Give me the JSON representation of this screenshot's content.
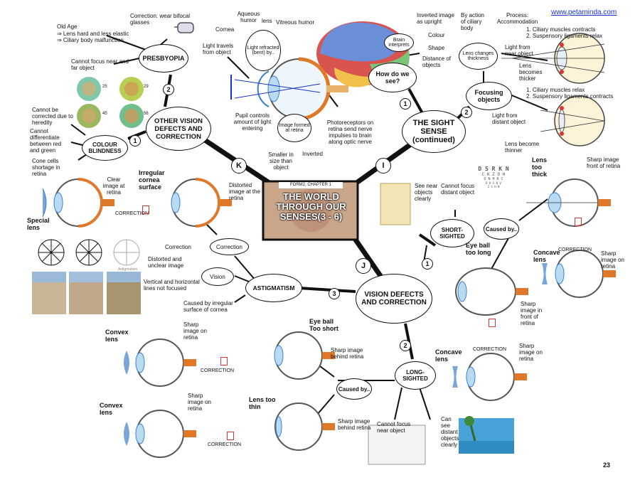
{
  "website": "www.petaminda.com",
  "page_number": "23",
  "colors": {
    "link": "#1a33cc",
    "eye_blue": "#3b7fd0",
    "eye_orange": "#e0782a",
    "red": "#d33"
  },
  "center": {
    "header": "FORM2, CHAPTER 1",
    "title": "THE WORLD THROUGH OUR SENSES(3 - 6)"
  },
  "branches": {
    "K": "K",
    "I": "I",
    "J": "J"
  },
  "sight_sense": {
    "title": "THE SIGHT SENSE (continued)",
    "how_see": "How do we see?",
    "brain": "Brain interprets",
    "brain_items": [
      "Inverted image as upright",
      "Colour",
      "Shape",
      "Distance of objects"
    ],
    "light_travels": "Light travels from object",
    "light_refracted": "Light refracted (bent) by..",
    "parts": [
      "Cornea",
      "Aqueous humor",
      "lens",
      "Vitreous humor"
    ],
    "pupil": "Pupil controls amount of light entering",
    "image_formed": "Image formed at retina",
    "image_props": [
      "Smaller in size than object",
      "Inverted"
    ],
    "photoreceptors": "Photoreceptors on retina send nerve impulses to brain along optic nerve",
    "focusing": "Focusing objects",
    "lens_changes": "Lens changes thickness",
    "ciliary": "By action of ciliary body",
    "process": "Process: Accommodation",
    "near_steps": [
      "1. Ciliary muscles contracts",
      "2. Suspensory ligaments relax"
    ],
    "light_near": "Light from near object",
    "lens_thicker": "Lens becomes thicker",
    "far_steps": [
      "1. Ciliary muscles relax",
      "2. Suspensory ligaments contracts"
    ],
    "light_far": "Light from distant object",
    "lens_thinner": "Lens become thinner"
  },
  "other_defects": {
    "title": "OTHER VISION DEFECTS AND CORRECTION",
    "presbyopia": "PRESBYOPIA",
    "old_age": "Old Age",
    "old_age_items": [
      "⇒ Lens hard and less elastic",
      "⇒ Ciliary body malfunction"
    ],
    "bifocal": "Correction: wear bifocal glasses",
    "cannot_focus": "Cannot focus near and far object",
    "colour_blindness": "COLOUR BLINDNESS",
    "cb_items": [
      "Cannot be corrected due to heredity",
      "Cannot differentiate between red and green",
      "Cone cells shortage in retina"
    ],
    "plate_numbers": [
      "25",
      "29",
      "45",
      "56"
    ]
  },
  "astigmatism": {
    "title": "ASTIGMATISM",
    "irregular": "Irregular cornea surface",
    "clear": "Clear image at retina",
    "special": "Special lens",
    "correction": "CORRECTION",
    "distorted_img": "Distorted image at the retina",
    "correction_node": "Correction",
    "correction_label": "Correction",
    "vision": "Vision",
    "vision_items": [
      "Distorted and unclear image",
      "Vertical and horizontal lines not focused"
    ],
    "caused": "Caused by irregular surface of cornea",
    "chart_label": "Astigmatism"
  },
  "vision_defects": {
    "title": "VISION DEFECTS AND CORRECTION",
    "short": "SHORT-SIGHTED",
    "short_near": "See near objects clearly",
    "short_far": "Cannot focus distant object",
    "caused": "Caused by..",
    "lens_thick": "Lens too thick",
    "sharp_front": "Sharp image front of retina",
    "eyeball_long": "Eye ball too long",
    "concave_lens": "Concave lens",
    "correction": "CORRECTION",
    "sharp_on": "Sharp image on retina",
    "sharp_infront": "Sharp image in front of retina",
    "eye_chart": [
      "D S R K N",
      "C K Z O H",
      "O N H R C",
      "D K S N V",
      "Z S H N"
    ],
    "long": "LONG-SIGHTED",
    "eyeball_short": "Eye ball Too short",
    "sharp_behind": "Sharp image behind retina",
    "convex_lens": "Convex lens",
    "lens_thin": "Lens too thin",
    "long_near": "Cannot focus near object",
    "long_far": "Can see distant objects clearly",
    "concave_lens2": "Concave lens",
    "sharp_on2": "Sharp image on retina"
  }
}
